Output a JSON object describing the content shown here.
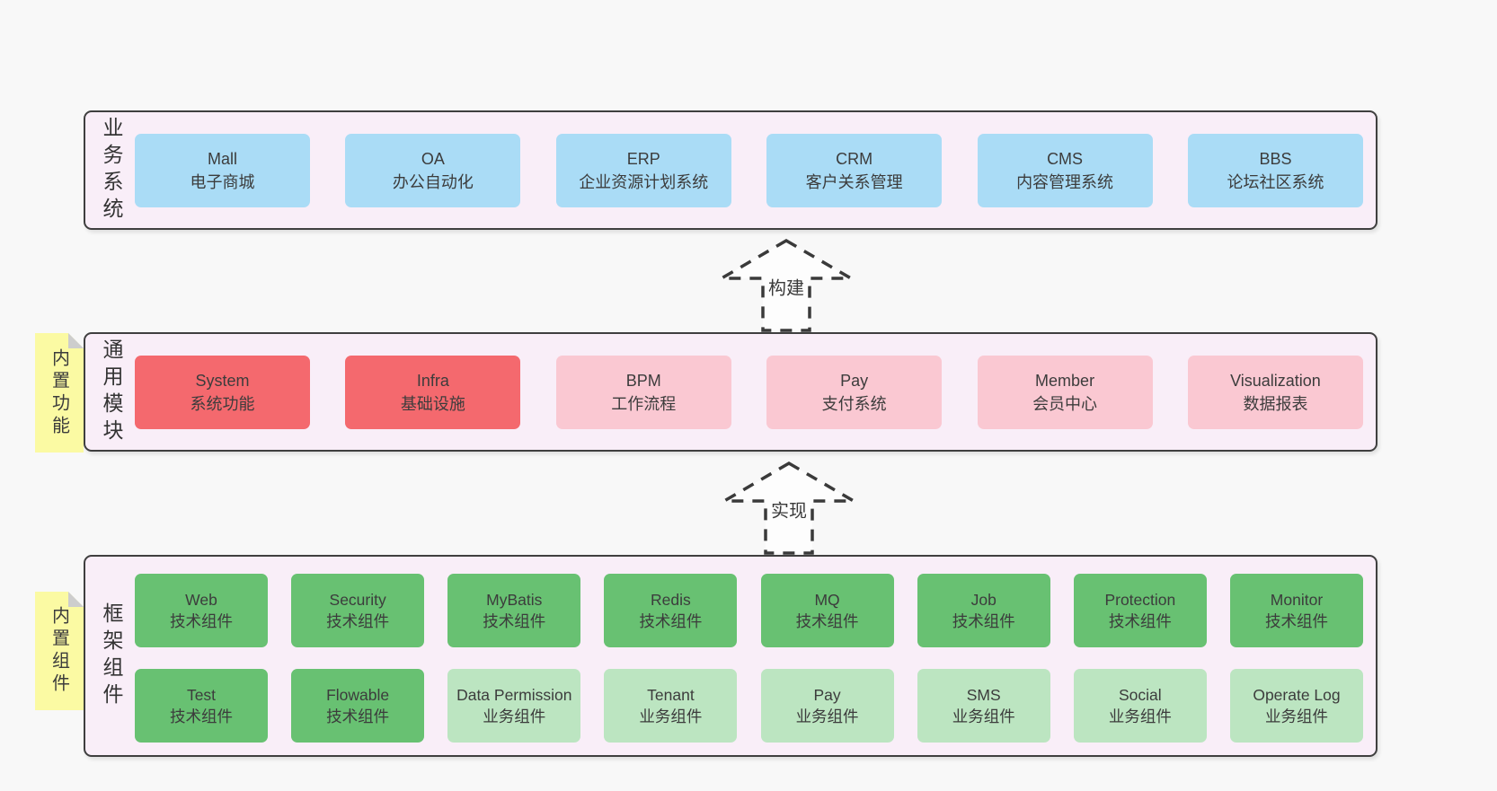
{
  "diagram": {
    "colors": {
      "layer_bg": "#f9eef8",
      "border": "#3f3f3f",
      "blue": "#aadcf6",
      "red": "#f4696e",
      "pink": "#fac8d2",
      "green_dark": "#68c172",
      "green_light": "#bce5c1",
      "note_yellow": "#fbfaa3"
    },
    "layers": {
      "business": {
        "label": "业务系统",
        "boxes": [
          {
            "title": "Mall",
            "subtitle": "电子商城"
          },
          {
            "title": "OA",
            "subtitle": "办公自动化"
          },
          {
            "title": "ERP",
            "subtitle": "企业资源计划系统"
          },
          {
            "title": "CRM",
            "subtitle": "客户关系管理"
          },
          {
            "title": "CMS",
            "subtitle": "内容管理系统"
          },
          {
            "title": "BBS",
            "subtitle": "论坛社区系统"
          }
        ]
      },
      "modules": {
        "label": "通用模块",
        "note": "内置功能",
        "boxes": [
          {
            "title": "System",
            "subtitle": "系统功能",
            "variant": "red"
          },
          {
            "title": "Infra",
            "subtitle": "基础设施",
            "variant": "red"
          },
          {
            "title": "BPM",
            "subtitle": "工作流程",
            "variant": "pink"
          },
          {
            "title": "Pay",
            "subtitle": "支付系统",
            "variant": "pink"
          },
          {
            "title": "Member",
            "subtitle": "会员中心",
            "variant": "pink"
          },
          {
            "title": "Visualization",
            "subtitle": "数据报表",
            "variant": "pink"
          }
        ]
      },
      "components": {
        "label": "框架组件",
        "note": "内置组件",
        "row1": [
          {
            "title": "Web",
            "subtitle": "技术组件",
            "variant": "green-dark"
          },
          {
            "title": "Security",
            "subtitle": "技术组件",
            "variant": "green-dark"
          },
          {
            "title": "MyBatis",
            "subtitle": "技术组件",
            "variant": "green-dark"
          },
          {
            "title": "Redis",
            "subtitle": "技术组件",
            "variant": "green-dark"
          },
          {
            "title": "MQ",
            "subtitle": "技术组件",
            "variant": "green-dark"
          },
          {
            "title": "Job",
            "subtitle": "技术组件",
            "variant": "green-dark"
          },
          {
            "title": "Protection",
            "subtitle": "技术组件",
            "variant": "green-dark"
          },
          {
            "title": "Monitor",
            "subtitle": "技术组件",
            "variant": "green-dark"
          }
        ],
        "row2": [
          {
            "title": "Test",
            "subtitle": "技术组件",
            "variant": "green-dark"
          },
          {
            "title": "Flowable",
            "subtitle": "技术组件",
            "variant": "green-dark"
          },
          {
            "title": "Data Permission",
            "subtitle": "业务组件",
            "variant": "green-light"
          },
          {
            "title": "Tenant",
            "subtitle": "业务组件",
            "variant": "green-light"
          },
          {
            "title": "Pay",
            "subtitle": "业务组件",
            "variant": "green-light"
          },
          {
            "title": "SMS",
            "subtitle": "业务组件",
            "variant": "green-light"
          },
          {
            "title": "Social",
            "subtitle": "业务组件",
            "variant": "green-light"
          },
          {
            "title": "Operate Log",
            "subtitle": "业务组件",
            "variant": "green-light"
          }
        ]
      }
    },
    "arrows": [
      {
        "label": "构建"
      },
      {
        "label": "实现"
      }
    ]
  }
}
